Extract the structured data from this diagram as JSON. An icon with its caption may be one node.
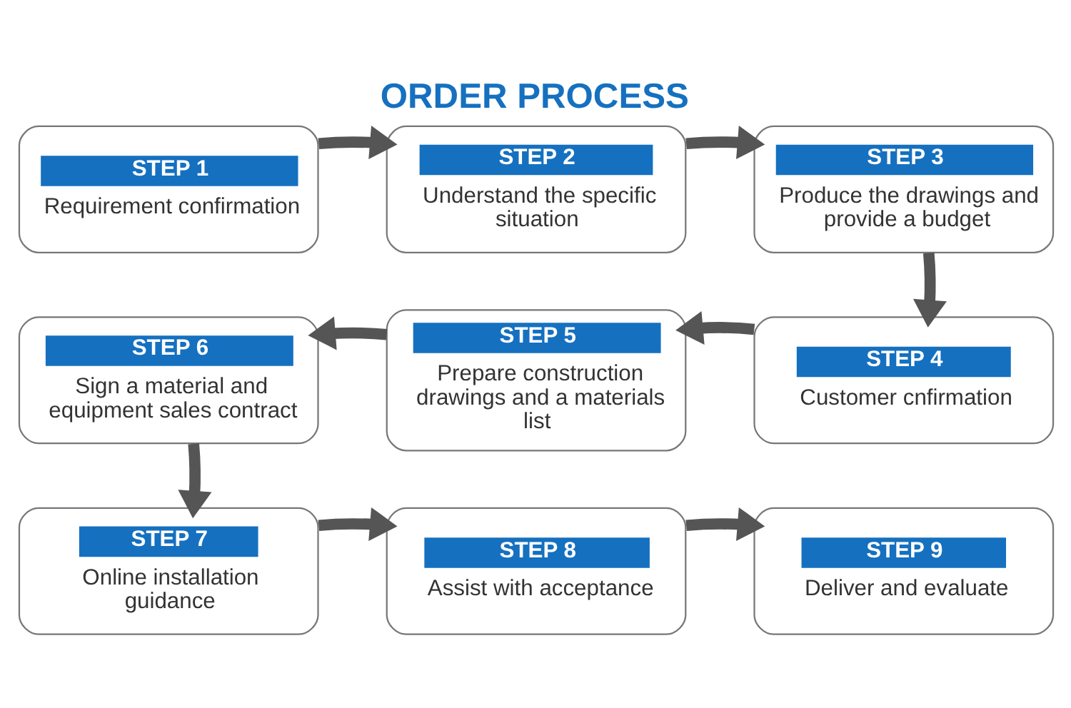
{
  "diagram": {
    "title": "ORDER PROCESS",
    "nodes": [
      {
        "text": [
          "STEP 1",
          "Requirement confirmation"
        ]
      },
      {
        "text": [
          "STEP 2",
          "Understand the specific situation"
        ]
      },
      {
        "text": [
          "STEP 3",
          "Produce the drawings and provide a budget"
        ]
      },
      {
        "text": [
          "STEP 4",
          "Customer cnfirmation"
        ]
      },
      {
        "text": [
          "STEP 5",
          "Prepare construction drawings and a materials list"
        ]
      },
      {
        "text": [
          "STEP 6",
          "Sign a material and equipment sales contract"
        ]
      },
      {
        "text": [
          "STEP 7",
          "Online installation guidance"
        ]
      },
      {
        "text": [
          "STEP 8",
          "Assist with acceptance"
        ]
      },
      {
        "text": [
          "STEP 9",
          "Deliver and evaluate"
        ]
      }
    ],
    "edges": [
      {
        "from": 0,
        "to": 1,
        "arrow": "to"
      },
      {
        "from": 1,
        "to": 2,
        "arrow": "to"
      },
      {
        "from": 2,
        "to": 3,
        "arrow": "to"
      },
      {
        "from": 3,
        "to": 4,
        "arrow": "to"
      },
      {
        "from": 4,
        "to": 5,
        "arrow": "to"
      },
      {
        "from": 5,
        "to": 6,
        "arrow": "to"
      },
      {
        "from": 6,
        "to": 7,
        "arrow": "to"
      },
      {
        "from": 7,
        "to": 8,
        "arrow": "to"
      }
    ]
  }
}
